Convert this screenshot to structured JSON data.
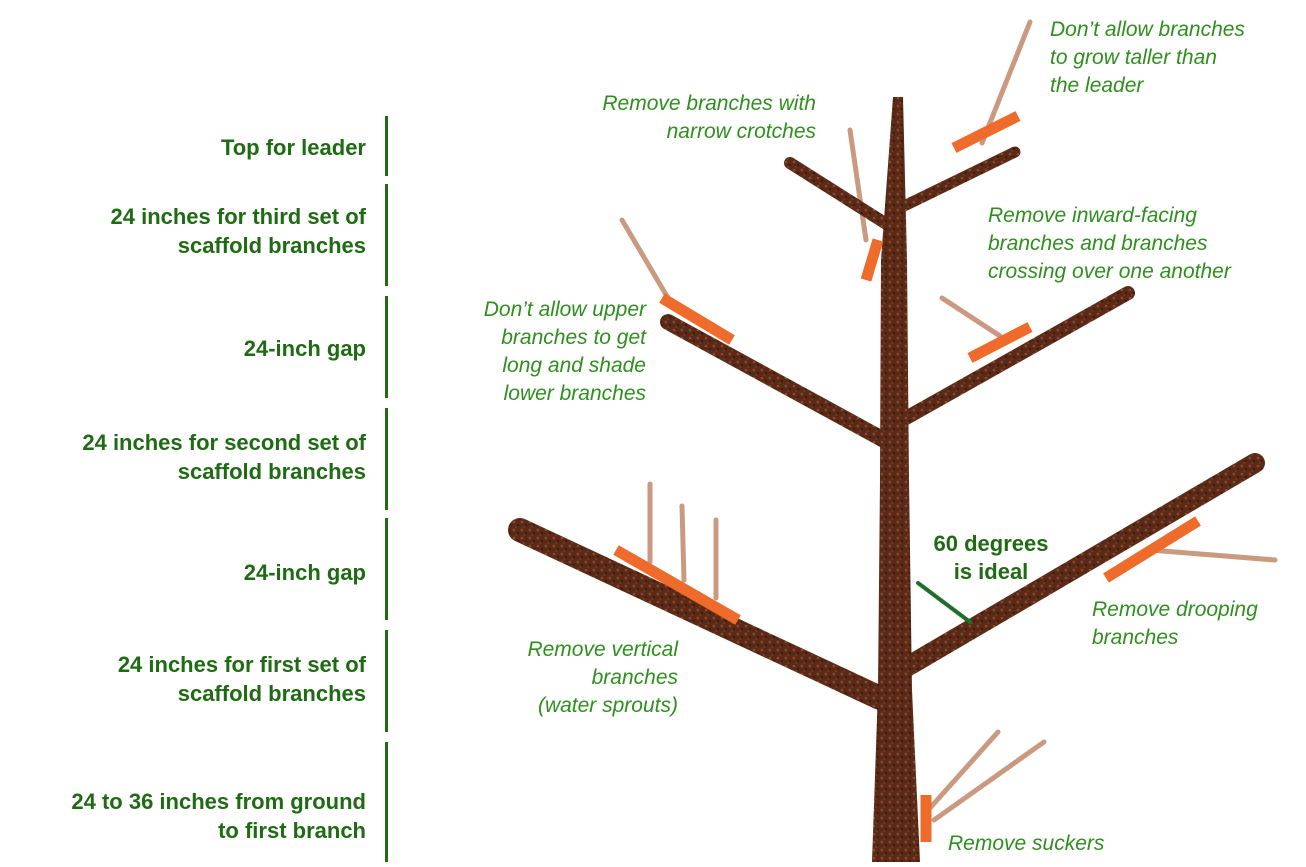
{
  "colors": {
    "label_green": "#1f6b13",
    "note_green": "#2f8f1e",
    "cut_marker": "#ee6b2b",
    "bark": "#5a2a17",
    "bark_highlight": "#8a4a33",
    "removed_branch": "#c99a80"
  },
  "scale": {
    "segments": [
      {
        "label": "Top for leader"
      },
      {
        "label": "24 inches for third set of\nscaffold branches"
      },
      {
        "label": "24-inch gap"
      },
      {
        "label": "24 inches for second set of\nscaffold branches"
      },
      {
        "label": "24-inch gap"
      },
      {
        "label": "24 inches for first set of\nscaffold branches"
      },
      {
        "label": "24 to 36 inches from ground\nto first branch"
      }
    ]
  },
  "annotations": {
    "narrow_crotches": "Remove branches with\nnarrow crotches",
    "taller_than_leader": "Don’t allow branches\nto grow taller than\nthe leader",
    "inward_facing": "Remove inward-facing\nbranches and branches\ncrossing over one another",
    "upper_branches": "Don’t allow upper\nbranches to get\nlong and shade\nlower branches",
    "angle": "60 degrees\nis ideal",
    "drooping": "Remove drooping\nbranches",
    "vertical": "Remove vertical\nbranches\n(water sprouts)",
    "suckers": "Remove suckers"
  }
}
